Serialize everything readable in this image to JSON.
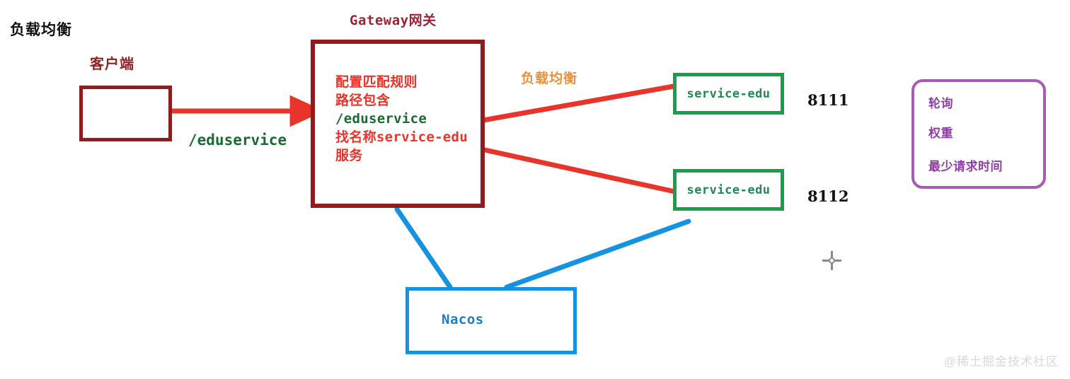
{
  "diagram": {
    "heading": "负载均衡",
    "watermark": "@稀土掘金技术社区",
    "colors": {
      "dark_red": "#8f1d1d",
      "red": "#e8342a",
      "green": "#17a04a",
      "dark_green": "#1a6b32",
      "orange": "#e8913a",
      "blue": "#1693e0",
      "purple": "#a75bb5",
      "black": "#141414"
    },
    "client": {
      "label": "客户端",
      "box_text": ""
    },
    "request_arrow": {
      "label": "/eduservice"
    },
    "gateway": {
      "title": "Gateway网关",
      "lines": [
        {
          "text": "配置匹配规则",
          "color": "red"
        },
        {
          "text": "路径包含",
          "color": "red"
        },
        {
          "text": "/eduservice",
          "color": "green"
        },
        {
          "text": "找名称service-edu",
          "color": "red"
        },
        {
          "text": "服务",
          "color": "red"
        }
      ]
    },
    "load_balance_label": "负载均衡",
    "services": [
      {
        "name": "service-edu",
        "port": "8111"
      },
      {
        "name": "service-edu",
        "port": "8112"
      }
    ],
    "registry": {
      "name": "Nacos"
    },
    "strategies": {
      "items": [
        "轮询",
        "权重",
        "最少请求时间"
      ]
    },
    "cursor": {
      "icon": "crosshair-cursor"
    }
  }
}
